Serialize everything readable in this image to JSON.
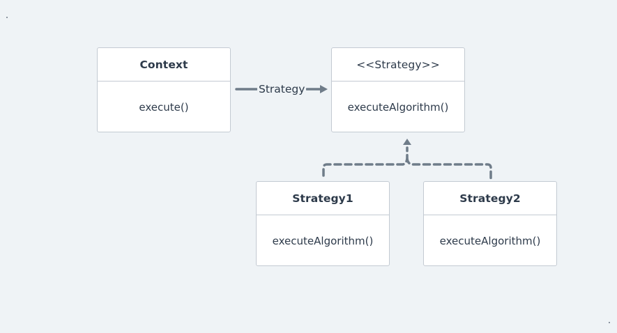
{
  "diagram": {
    "classes": {
      "context": {
        "name": "Context",
        "method": "execute()"
      },
      "strategy_interface": {
        "name": "<<Strategy>>",
        "method": "executeAlgorithm()"
      },
      "strategy1": {
        "name": "Strategy1",
        "method": "executeAlgorithm()"
      },
      "strategy2": {
        "name": "Strategy2",
        "method": "executeAlgorithm()"
      }
    },
    "relations": {
      "association_label": "Strategy"
    },
    "colors": {
      "background": "#eff3f6",
      "box_border": "#c3cad2",
      "connector": "#6f7c89",
      "text": "#2d3a4a"
    }
  }
}
